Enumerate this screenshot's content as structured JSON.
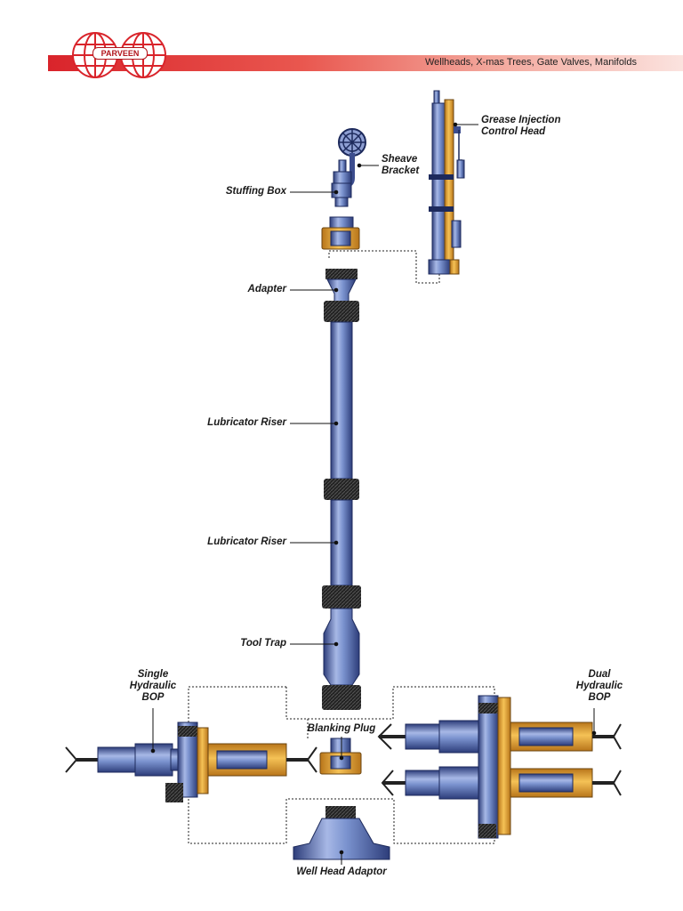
{
  "header": {
    "logo_text": "PARVEEN",
    "tagline": "Wellheads, X-mas Trees, Gate Valves, Manifolds"
  },
  "labels": {
    "grease_head_l1": "Grease Injection",
    "grease_head_l2": "Control Head",
    "sheave_l1": "Sheave",
    "sheave_l2": "Bracket",
    "stuffing_box": "Stuffing Box",
    "adapter": "Adapter",
    "riser_1": "Lubricator Riser",
    "riser_2": "Lubricator Riser",
    "tool_trap": "Tool Trap",
    "blanking_plug": "Blanking Plug",
    "well_head_adaptor": "Well Head Adaptor",
    "single_bop_l1": "Single",
    "single_bop_l2": "Hydraulic",
    "single_bop_l3": "BOP",
    "dual_bop_l1": "Dual",
    "dual_bop_l2": "Hydraulic",
    "dual_bop_l3": "BOP"
  },
  "colors": {
    "brand_red": "#d9242b",
    "steel_blue": "#6d86c4",
    "steel_dark": "#2d3d7a",
    "brass": "#e8a531",
    "collar": "#1e1e1e"
  }
}
